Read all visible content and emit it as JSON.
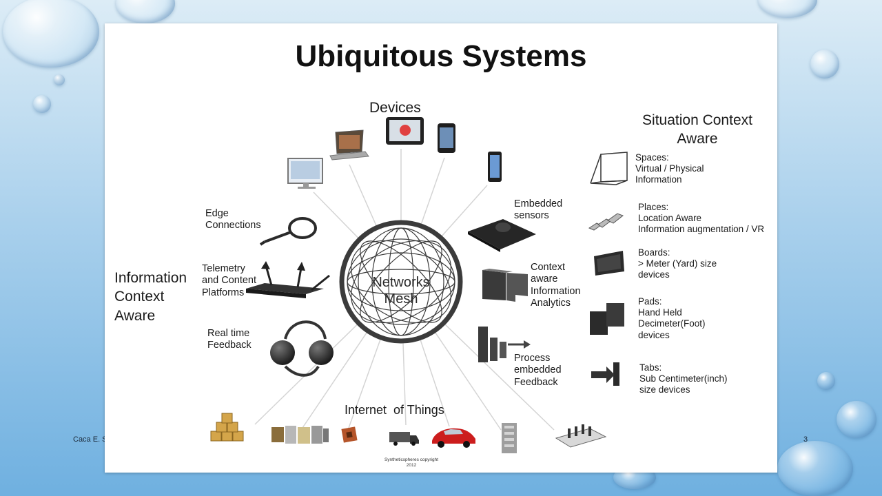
{
  "slide": {
    "title": "Ubiquitous Systems",
    "center_label": "Networks\nMesh",
    "sections": {
      "devices": "Devices",
      "situation": "Situation Context\nAware",
      "information": "Information\nContext\nAware",
      "iot": "Internet  of Things"
    },
    "left_items": [
      {
        "label": "Edge\nConnections",
        "icon": "loop-cable-icon"
      },
      {
        "label": "Telemetry\nand Content\nPlatforms",
        "icon": "router-icon"
      },
      {
        "label": "Real time\nFeedback",
        "icon": "feedback-spheres-icon"
      }
    ],
    "middle_items": [
      {
        "label": "Embedded\nsensors",
        "icon": "sensor-plate-icon"
      },
      {
        "label": "Context\naware\nInformation\nAnalytics",
        "icon": "analytics-blocks-icon"
      },
      {
        "label": "Process\nembedded\nFeedback",
        "icon": "process-arrow-icon"
      }
    ],
    "situation_items": [
      {
        "label": "Spaces:\nVirtual / Physical\nInformation",
        "icon": "wireframe-space-icon"
      },
      {
        "label": "Places:\nLocation Aware\nInformation augmentation  / VR",
        "icon": "places-icon"
      },
      {
        "label": "Boards:\n> Meter (Yard) size\ndevices",
        "icon": "board-icon"
      },
      {
        "label": "Pads:\nHand Held\nDecimeter(Foot)\ndevices",
        "icon": "pad-icon"
      },
      {
        "label": "Tabs:\nSub Centimeter(inch)\nsize devices",
        "icon": "tab-icon"
      }
    ],
    "device_icons": [
      "desktop-monitor-icon",
      "laptop-icon",
      "tablet-icon",
      "smartphone-icon",
      "phone-icon"
    ],
    "iot_icons": [
      "boxes-icon",
      "goods-icon",
      "chip-icon",
      "truck-icon",
      "car-icon",
      "building-icon",
      "factory-icon"
    ],
    "copyright": "Syntheticspheres copyright\n2012"
  },
  "footer": {
    "author": "Caca E. S",
    "page_number": "3"
  }
}
